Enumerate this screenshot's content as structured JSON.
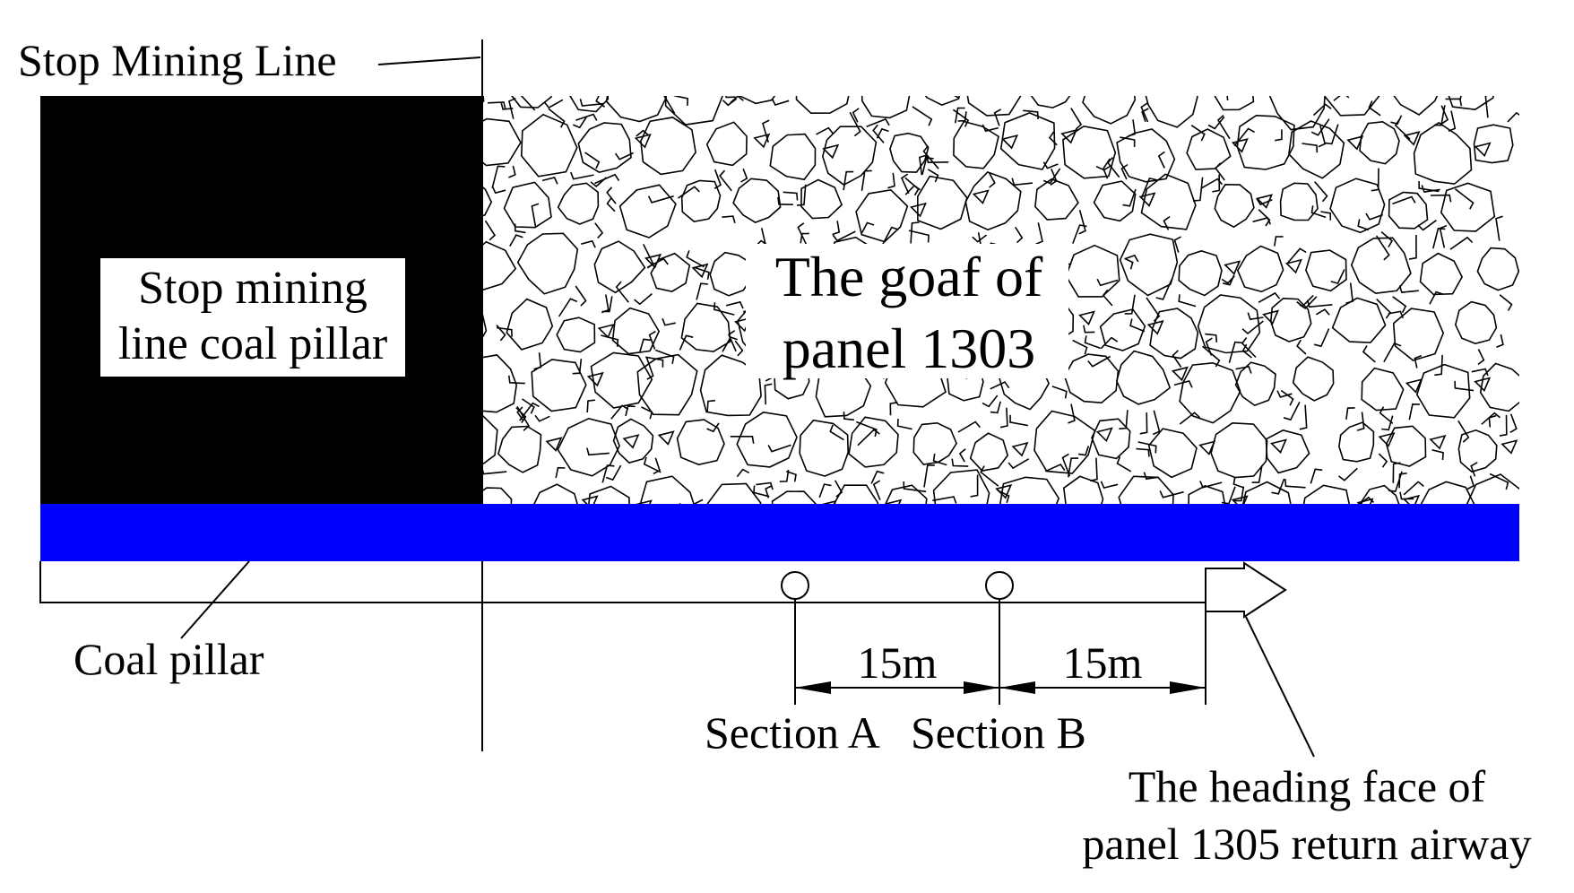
{
  "labels": {
    "stop_mining_line": "Stop Mining Line",
    "pillar_box": [
      "Stop mining",
      "line coal pillar"
    ],
    "goaf": [
      "The goaf of",
      "panel 1303"
    ],
    "coal_pillar": "Coal pillar",
    "dim_a": "15m",
    "dim_b": "15m",
    "section_a": "Section A",
    "section_b": "Section B",
    "heading_face": [
      "The heading face of",
      "panel 1305 return airway"
    ]
  },
  "colors": {
    "pillar_fill": "#000000",
    "coal_pillar_band": "#0000ff",
    "line": "#000000",
    "background": "#ffffff"
  }
}
